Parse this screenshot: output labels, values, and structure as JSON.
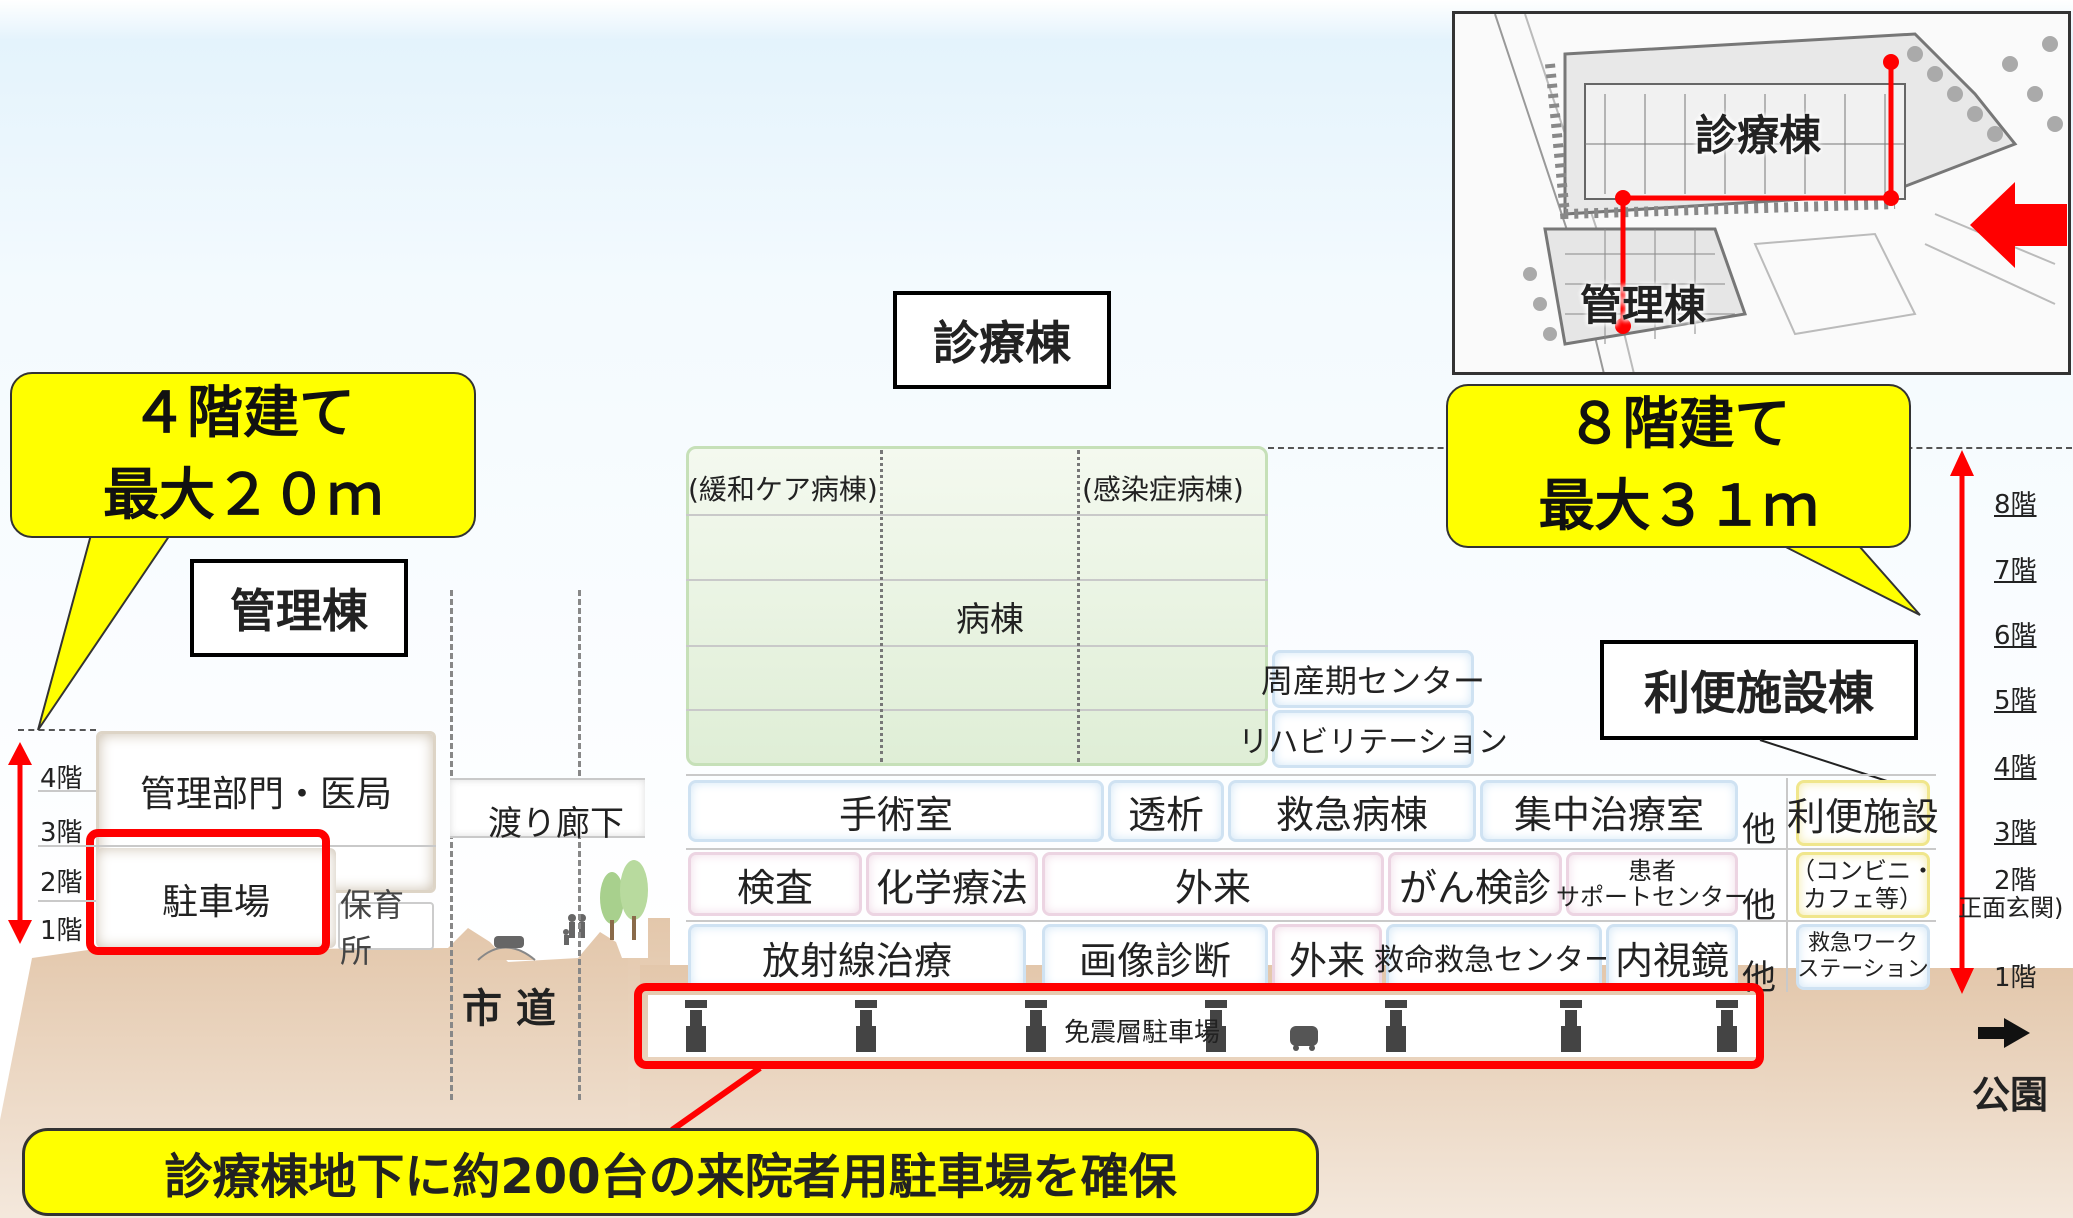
{
  "callouts": {
    "left": {
      "line1": "４階建て",
      "line2": "最大２０ｍ"
    },
    "right": {
      "line1": "８階建て",
      "line2": "最大３１ｍ"
    }
  },
  "buildings": {
    "main_title": "診療棟",
    "admin_title": "管理棟",
    "convenience_title": "利便施設棟"
  },
  "admin": {
    "dept": "管理部門・医局",
    "parking": "駐車場",
    "nursery": "保育所",
    "floors": [
      "4階",
      "3階",
      "2階",
      "1階"
    ]
  },
  "corridor": "渡り廊下",
  "road": "市 道",
  "ward": {
    "palliative": "(緩和ケア病棟)",
    "infectious": "(感染症病棟)",
    "ward": "病棟",
    "perinatal": "周産期センター",
    "rehab": "リハビリテーション"
  },
  "floor3": [
    "手術室",
    "透析",
    "救急病棟",
    "集中治療室"
  ],
  "floor2": [
    "検査",
    "化学療法",
    "外来",
    "がん検診"
  ],
  "patient_support": {
    "line1": "患者",
    "line2": "サポートセンター"
  },
  "floor1": [
    "放射線治療",
    "画像診断",
    "外来",
    "救命救急センター",
    "内視鏡"
  ],
  "others": "他",
  "convenience": {
    "main": "利便施設",
    "sub_line1": "（コンビニ・",
    "sub_line2": "カフェ等）",
    "emergency_line1": "救急ワーク",
    "emergency_line2": "ステーション"
  },
  "floor_labels": [
    "8階",
    "7階",
    "6階",
    "5階",
    "4階",
    "3階",
    "2階",
    "1階"
  ],
  "entrance": "正面玄関)",
  "parking_basement": "免震層駐車場",
  "park": "公園",
  "banner": "診療棟地下に約200台の来院者用駐車場を確保",
  "map": {
    "main": "診療棟",
    "admin": "管理棟"
  },
  "colors": {
    "callout": "#ffff00",
    "highlight": "#ff0000",
    "ground": "#e9d3bc"
  }
}
